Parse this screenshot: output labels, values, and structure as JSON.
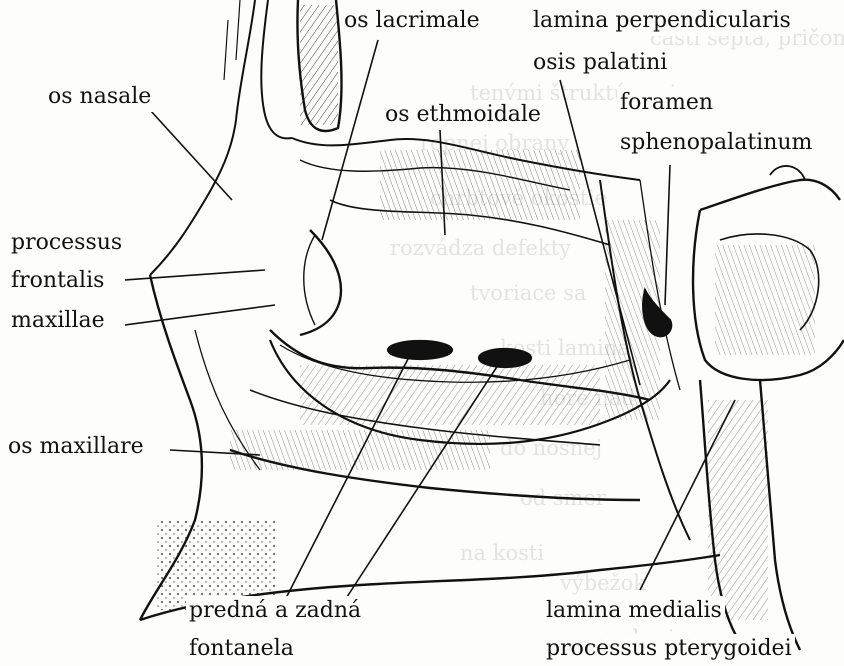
{
  "labels": {
    "os_lacrimale": "os lacrimale",
    "lamina_perpendicularis_1": "lamina perpendicularis",
    "lamina_perpendicularis_2": "osis palatini",
    "os_nasale": "os nasale",
    "foramen_1": "foramen",
    "foramen_2": "sphenopalatinum",
    "os_ethmoidale": "os ethmoidale",
    "processus_frontalis_1": "processus",
    "processus_frontalis_2": "frontalis",
    "processus_frontalis_3": "maxillae",
    "os_maxillare": "os maxillare",
    "fontanela_1": "predná a zadná",
    "fontanela_2": "fontanela",
    "lamina_medialis_1": "lamina medialis",
    "lamina_medialis_2": "processus pterygoidei"
  }
}
